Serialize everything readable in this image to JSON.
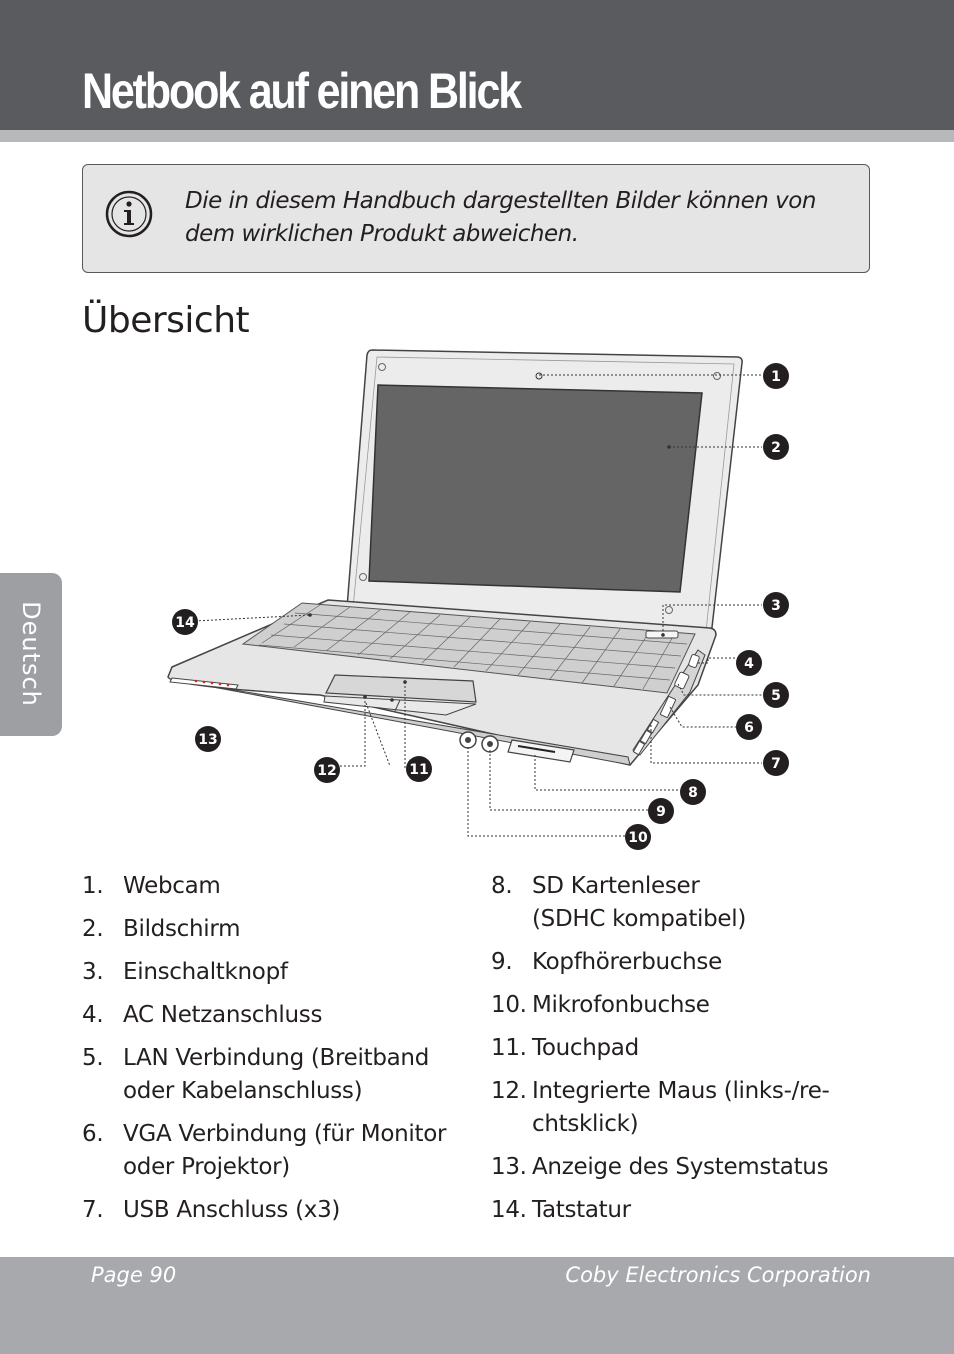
{
  "header": {
    "title": "Netbook auf einen Blick"
  },
  "side_tab": {
    "label": "Deutsch"
  },
  "note": {
    "icon": "info-icon",
    "text": "Die in diesem Handbuch dargestellten Bilder können von dem wirklichen Produkt abweichen."
  },
  "section": {
    "heading": "Übersicht"
  },
  "figure": {
    "callouts": [
      "1",
      "2",
      "3",
      "4",
      "5",
      "6",
      "7",
      "8",
      "9",
      "10",
      "11",
      "12",
      "13",
      "14"
    ]
  },
  "list_left": [
    {
      "num": "1.",
      "text": "Webcam"
    },
    {
      "num": "2.",
      "text": "Bildschirm"
    },
    {
      "num": "3.",
      "text": "Einschaltknopf"
    },
    {
      "num": "4.",
      "text": "AC Netzanschluss"
    },
    {
      "num": "5.",
      "text": "LAN Verbindung (Breitband\noder Kabelanschluss)"
    },
    {
      "num": "6.",
      "text": "VGA Verbindung (für Monitor\noder Projektor)"
    },
    {
      "num": "7.",
      "text": "USB Anschluss (x3)"
    }
  ],
  "list_right": [
    {
      "num": "8.",
      "text": "SD Kartenleser\n(SDHC kompatibel)"
    },
    {
      "num": "9.",
      "text": "Kopfhörerbuchse"
    },
    {
      "num": "10.",
      "text": "Mikrofonbuchse"
    },
    {
      "num": "11.",
      "text": "Touchpad"
    },
    {
      "num": "12.",
      "text": "Integrierte Maus (links-/re-\nchtsklick)"
    },
    {
      "num": "13.",
      "text": "Anzeige des Systemstatus"
    },
    {
      "num": "14.",
      "text": "Tatstatur"
    }
  ],
  "footer": {
    "page": "Page 90",
    "company": "Coby Electronics Corporation"
  }
}
